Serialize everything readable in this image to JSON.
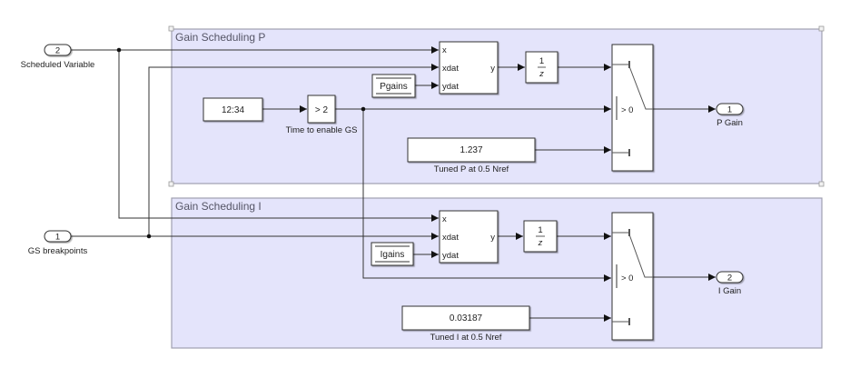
{
  "subsystems": [
    {
      "title": "Gain Scheduling P"
    },
    {
      "title": "Gain Scheduling I"
    }
  ],
  "inports": [
    {
      "number": "2",
      "label": "Scheduled Variable"
    },
    {
      "number": "1",
      "label": "GS breakpoints"
    }
  ],
  "outports": [
    {
      "number": "1",
      "label": "P Gain"
    },
    {
      "number": "2",
      "label": "I Gain"
    }
  ],
  "clock": {
    "value": "12:34"
  },
  "compare": {
    "value": "> 2",
    "label": "Time to enable GS"
  },
  "lookups": [
    {
      "ports": [
        "x",
        "xdat",
        "ydat"
      ],
      "out": "y",
      "source": "Pgains"
    },
    {
      "ports": [
        "x",
        "xdat",
        "ydat"
      ],
      "out": "y",
      "source": "Igains"
    }
  ],
  "delay": {
    "num": "1",
    "den": "z"
  },
  "switch": {
    "criterion": "> 0"
  },
  "constants": [
    {
      "value": "1.237",
      "label": "Tuned P at 0.5 Nref"
    },
    {
      "value": "0.03187",
      "label": "Tuned I at 0.5 Nref"
    }
  ]
}
